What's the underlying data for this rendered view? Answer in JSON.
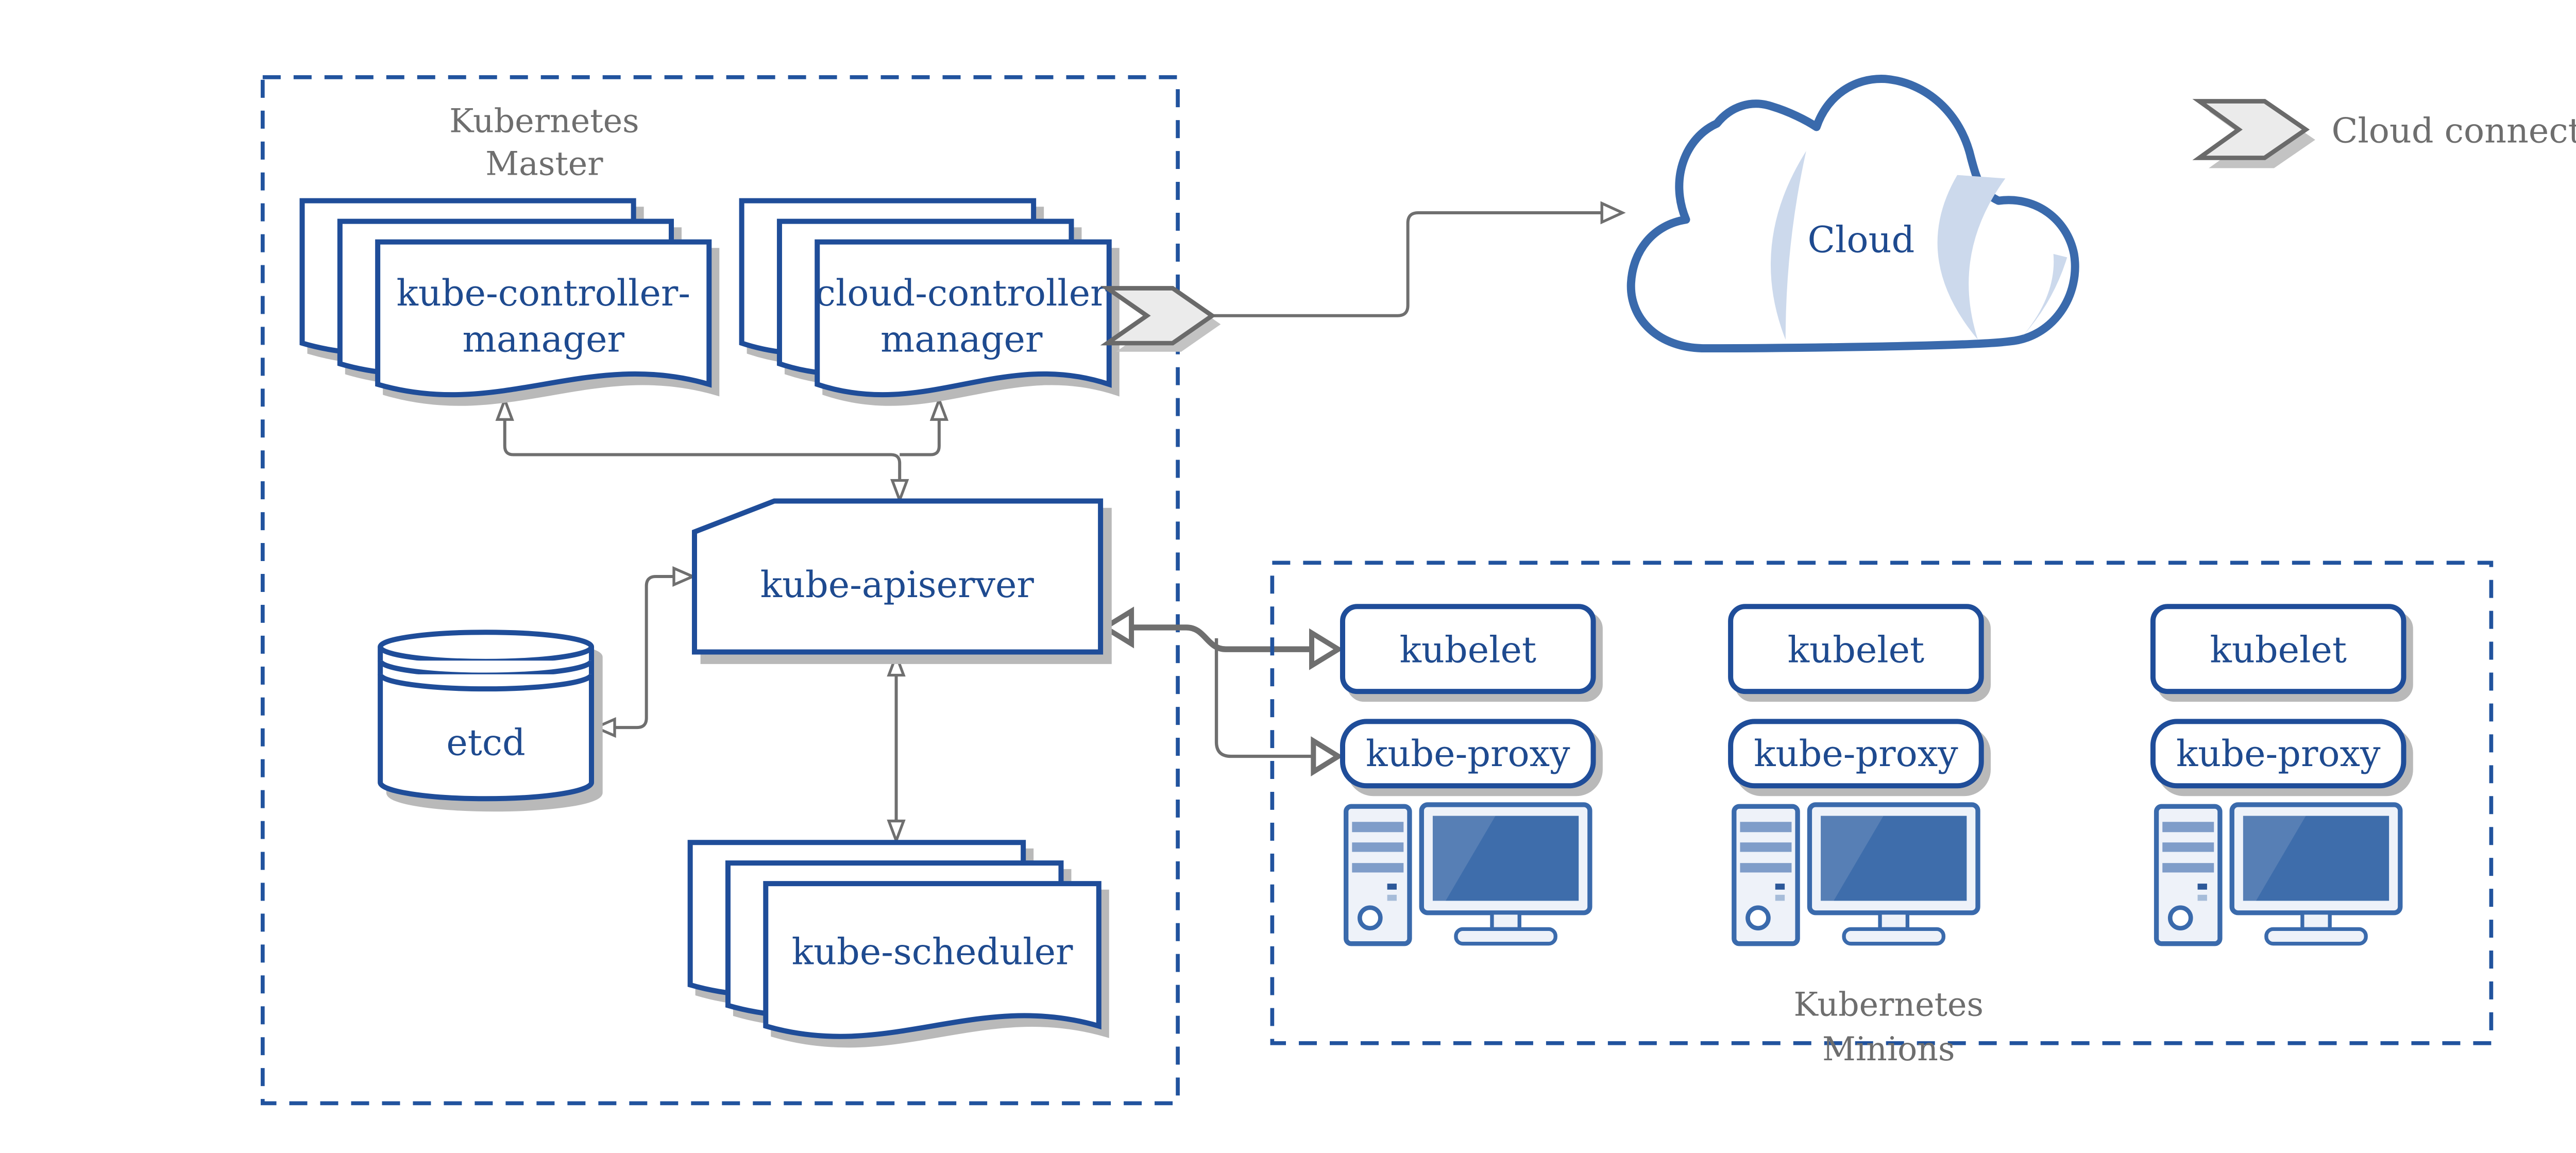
{
  "colors": {
    "blue": "#1f4d99",
    "blue_dash": "#21539e",
    "blue_text": "#1e4a8f",
    "steel_blue": "#3a6aac",
    "screen_blue": "#3e6dab",
    "light_fill": "#eef2f9",
    "stripe_blue": "#7f9dc9",
    "gray_text": "#6e6e6e",
    "arrow_gray": "#6f6f6f",
    "shadow": "#b9b9b9",
    "chevron_fill": "#ebebeb"
  },
  "master": {
    "title_line1": "Kubernetes",
    "title_line2": "Master",
    "controller_manager_line1": "kube-controller-",
    "controller_manager_line2": "manager",
    "cloud_controller_manager_line1": "cloud-controller",
    "cloud_controller_manager_line2": "manager",
    "apiserver_label": "kube-apiserver",
    "etcd_label": "etcd",
    "scheduler_label": "kube-scheduler"
  },
  "minions": {
    "title_line1": "Kubernetes",
    "title_line2": "Minions",
    "nodes": [
      {
        "kubelet": "kubelet",
        "kube_proxy": "kube-proxy"
      },
      {
        "kubelet": "kubelet",
        "kube_proxy": "kube-proxy"
      },
      {
        "kubelet": "kubelet",
        "kube_proxy": "kube-proxy"
      }
    ]
  },
  "cloud": {
    "label": "Cloud"
  },
  "legend": {
    "label": "Cloud connector"
  }
}
